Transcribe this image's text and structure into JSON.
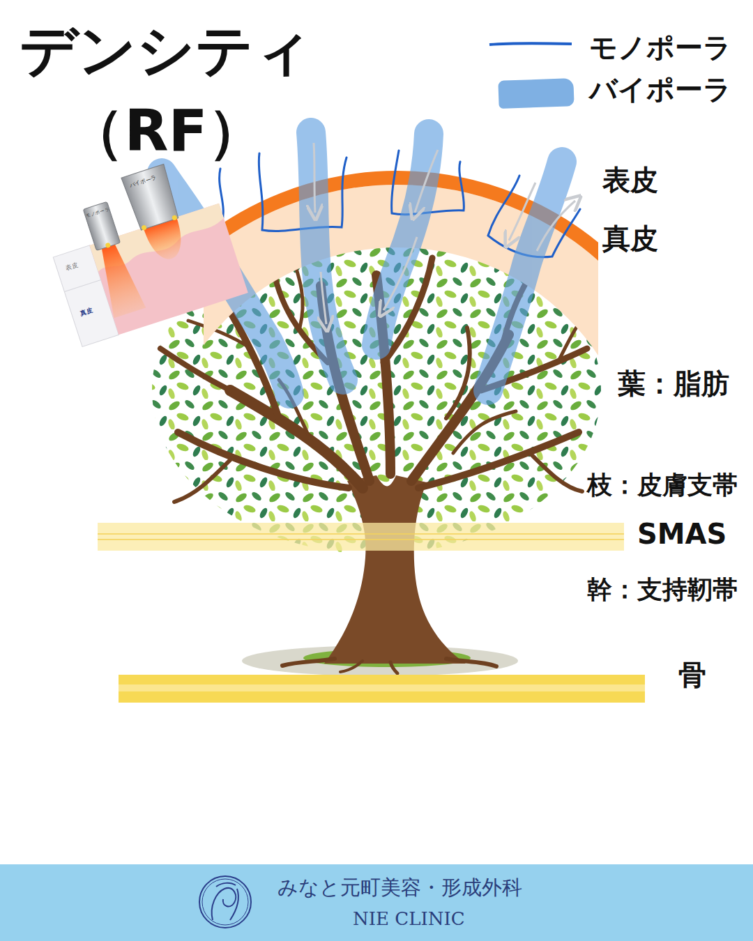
{
  "diagram": {
    "title": "デンシティ （RF）",
    "labels": [
      "表皮",
      "真皮",
      "葉：脂肪",
      "枝：皮膚支帯",
      "SMAS",
      "幹：支持靭帯",
      "骨",
      "モノポーラ",
      "バイポーラ",
      "表皮",
      "真皮",
      "みなと元町美容・形成外科",
      "NIE CLINIC"
    ],
    "legend": [
      {
        "text": "モノポーラ"
      },
      {
        "text": "バイポーラ",
        "color": "#7fb0e3"
      }
    ]
  }
}
